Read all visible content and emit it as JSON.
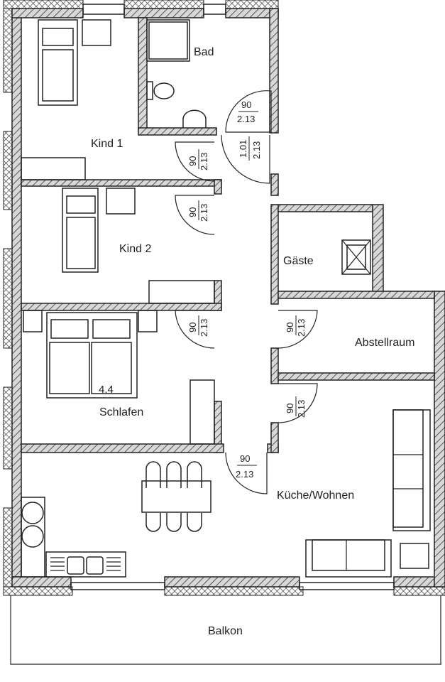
{
  "rooms": {
    "bad": "Bad",
    "kind1": "Kind 1",
    "kind2": "Kind 2",
    "schlafen": "Schlafen",
    "gaeste": "Gäste",
    "abstellraum": "Abstellraum",
    "kueche_wohnen": "Küche/Wohnen",
    "balkon": "Balkon"
  },
  "bed_label": "4.4",
  "doors": [
    {
      "width": "90",
      "height": "2.13"
    },
    {
      "width": "90",
      "height": "2.13"
    },
    {
      "width": "1.01",
      "height": "2.13"
    },
    {
      "width": "90",
      "height": "2.13"
    },
    {
      "width": "90",
      "height": "2.13"
    },
    {
      "width": "90",
      "height": "2.13"
    },
    {
      "width": "90",
      "height": "2.13"
    },
    {
      "width": "90",
      "height": "2.13"
    }
  ],
  "colors": {
    "line": "#222222",
    "hatch": "#d8d8d8"
  }
}
